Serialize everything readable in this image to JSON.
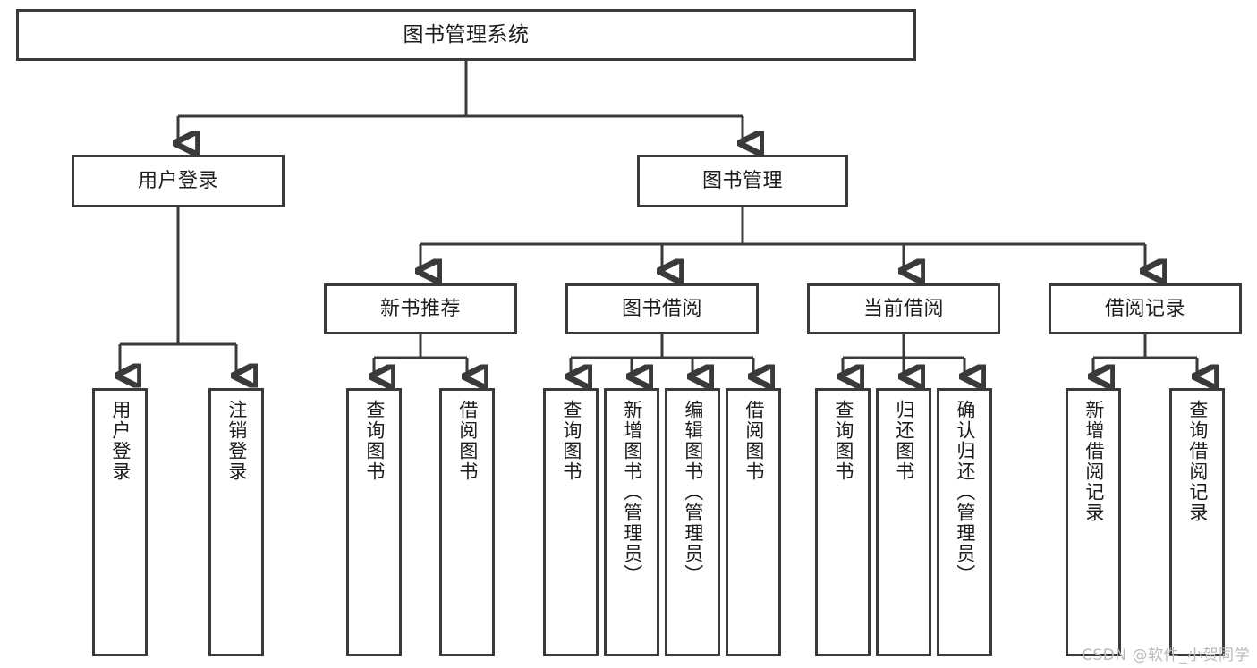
{
  "diagram": {
    "title": "图书管理系统",
    "type": "tree-hierarchy-diagram",
    "watermark": "CSDN @软件_小贺同学",
    "colors": {
      "stroke": "#3a3a3a",
      "fill": "#ffffff",
      "text": "#1d1d1d",
      "watermark": "#b9b9b9"
    },
    "nodes": {
      "root": {
        "label": "图书管理系统"
      },
      "level2": [
        {
          "id": "user-login",
          "label": "用户登录"
        },
        {
          "id": "book-management",
          "label": "图书管理"
        }
      ],
      "level3": [
        {
          "id": "new-book-recommend",
          "label": "新书推荐"
        },
        {
          "id": "book-borrow",
          "label": "图书借阅"
        },
        {
          "id": "current-borrow",
          "label": "当前借阅"
        },
        {
          "id": "borrow-record",
          "label": "借阅记录"
        }
      ],
      "leaves": {
        "user_login": [
          {
            "id": "leaf-user-login",
            "label": "用户登录"
          },
          {
            "id": "leaf-logout-login",
            "label": "注销登录"
          }
        ],
        "new_book_recommend": [
          {
            "id": "leaf-query-book-1",
            "label": "查询图书"
          },
          {
            "id": "leaf-borrow-book-1",
            "label": "借阅图书"
          }
        ],
        "book_borrow": [
          {
            "id": "leaf-query-book-2",
            "label": "查询图书"
          },
          {
            "id": "leaf-add-book-admin",
            "label": "新增图书（管理员）"
          },
          {
            "id": "leaf-edit-book-admin",
            "label": "编辑图书（管理员）"
          },
          {
            "id": "leaf-borrow-book-2",
            "label": "借阅图书"
          }
        ],
        "current_borrow": [
          {
            "id": "leaf-query-book-3",
            "label": "查询图书"
          },
          {
            "id": "leaf-return-book",
            "label": "归还图书"
          },
          {
            "id": "leaf-confirm-return-admin",
            "label": "确认归还（管理员）"
          }
        ],
        "borrow_record": [
          {
            "id": "leaf-add-borrow-record",
            "label": "新增借阅记录"
          },
          {
            "id": "leaf-query-borrow-record",
            "label": "查询借阅记录"
          }
        ]
      }
    }
  }
}
